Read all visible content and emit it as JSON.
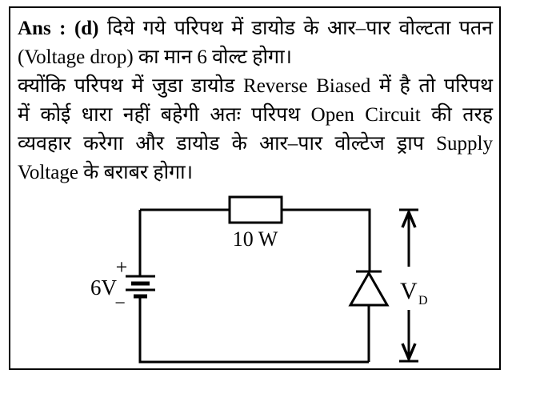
{
  "answer": {
    "prefix": "Ans :",
    "option": "(d)",
    "line1": "दिये गये परिपथ में डायोड के आर–पार वोल्टता पतन",
    "line2": "(Voltage drop) का मान 6 वोल्ट होगा।",
    "line3": "क्योंकि परिपथ में जुडा डायोड Reverse Biased में है तो परिपथ",
    "line4": "में कोई धारा नहीं बहेगी अतः परिपथ Open Circuit की तरह",
    "line5": "व्यवहार करेगा और डायोड के आर–पार वोल्टेज ड्राप Supply",
    "line6": "Voltage के बराबर होगा।"
  },
  "circuit": {
    "source_label": "6V",
    "source_plus": "+",
    "source_minus": "−",
    "resistor_label": "10 W",
    "voltage_label": "V",
    "voltage_sub": "D",
    "ink_color": "#000000"
  }
}
